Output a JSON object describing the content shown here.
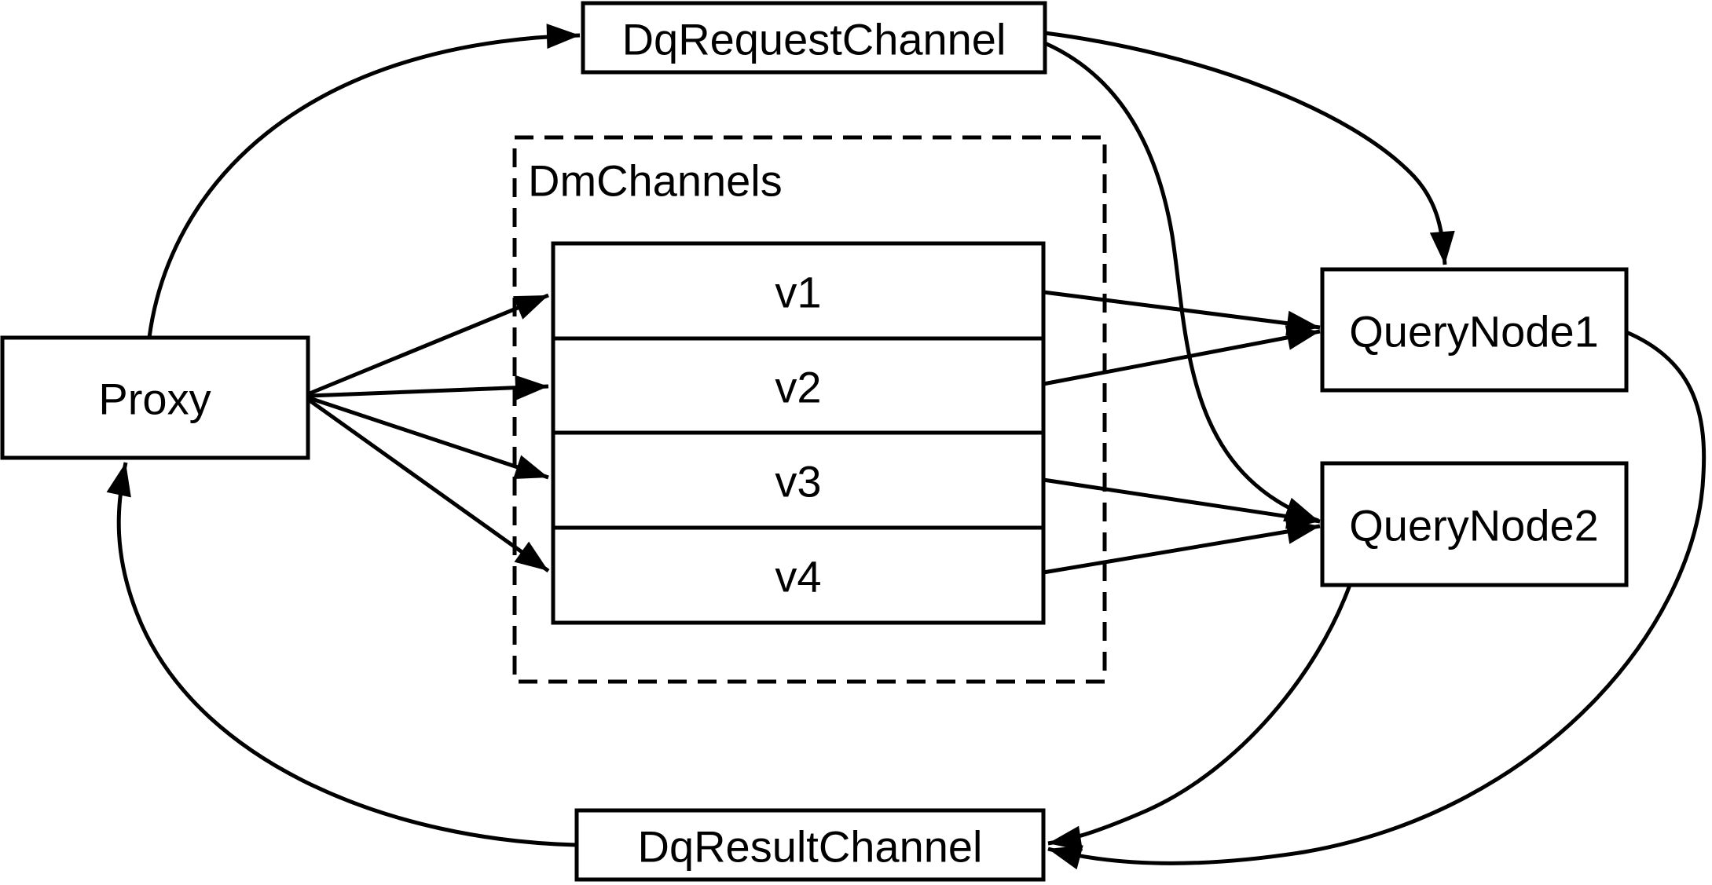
{
  "diagram": {
    "title": "query-channel-flow-diagram",
    "colors": {
      "background": "#ffffff",
      "line": "#000000",
      "box_fill": "#ffffff",
      "text": "#000000"
    },
    "nodes": {
      "proxy": {
        "label": "Proxy"
      },
      "dq_request_channel": {
        "label": "DqRequestChannel"
      },
      "dm_channels_group": {
        "label": "DmChannels"
      },
      "channels": [
        {
          "label": "v1"
        },
        {
          "label": "v2"
        },
        {
          "label": "v3"
        },
        {
          "label": "v4"
        }
      ],
      "query_node_1": {
        "label": "QueryNode1"
      },
      "query_node_2": {
        "label": "QueryNode2"
      },
      "dq_result_channel": {
        "label": "DqResultChannel"
      }
    },
    "edges": [
      {
        "from": "Proxy",
        "to": "DqRequestChannel"
      },
      {
        "from": "Proxy",
        "to": "v1"
      },
      {
        "from": "Proxy",
        "to": "v2"
      },
      {
        "from": "Proxy",
        "to": "v3"
      },
      {
        "from": "Proxy",
        "to": "v4"
      },
      {
        "from": "v1",
        "to": "QueryNode1"
      },
      {
        "from": "v2",
        "to": "QueryNode1"
      },
      {
        "from": "v3",
        "to": "QueryNode2"
      },
      {
        "from": "v4",
        "to": "QueryNode2"
      },
      {
        "from": "DqRequestChannel",
        "to": "QueryNode1"
      },
      {
        "from": "DqRequestChannel",
        "to": "QueryNode2"
      },
      {
        "from": "QueryNode1",
        "to": "DqResultChannel"
      },
      {
        "from": "QueryNode2",
        "to": "DqResultChannel"
      },
      {
        "from": "DqResultChannel",
        "to": "Proxy"
      }
    ]
  }
}
